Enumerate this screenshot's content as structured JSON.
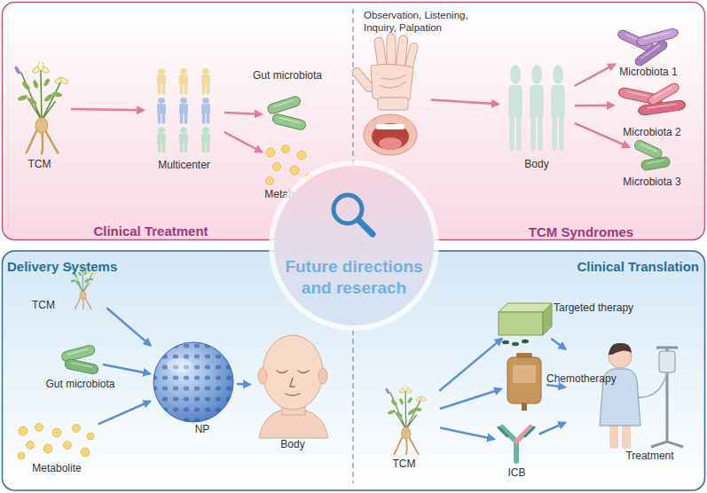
{
  "diagram": {
    "nodes": [
      {
        "text": [
          "Clinical Treatment"
        ]
      },
      {
        "text": [
          "TCM"
        ],
        "in": 0
      },
      {
        "text": [
          "Multicenter"
        ],
        "in": 0
      },
      {
        "text": [
          "Gut microbiota"
        ],
        "in": 0
      },
      {
        "text": [
          "Metabolite"
        ],
        "in": 0
      },
      {
        "text": [
          "TCM Syndromes"
        ]
      },
      {
        "text": [
          "Observation, Listening, Inquiry, Palpation"
        ],
        "in": 5
      },
      {
        "text": [
          "Body"
        ],
        "in": 5
      },
      {
        "text": [
          "Microbiota 1"
        ],
        "in": 5
      },
      {
        "text": [
          "Microbiota 2"
        ],
        "in": 5
      },
      {
        "text": [
          "Microbiota 3"
        ],
        "in": 5
      },
      {
        "text": [
          "Future directions and reserach"
        ]
      },
      {
        "text": [
          "Delivery Systems"
        ]
      },
      {
        "text": [
          "TCM"
        ],
        "in": 12
      },
      {
        "text": [
          "Gut microbiota"
        ],
        "in": 12
      },
      {
        "text": [
          "Metabolite"
        ],
        "in": 12
      },
      {
        "text": [
          "NP"
        ],
        "in": 12
      },
      {
        "text": [
          "Body"
        ],
        "in": 12
      },
      {
        "text": [
          "Clinical Translation"
        ]
      },
      {
        "text": [
          "TCM"
        ],
        "in": 18
      },
      {
        "text": [
          "Targeted therapy"
        ],
        "in": 18
      },
      {
        "text": [
          "Chemotherapy"
        ],
        "in": 18
      },
      {
        "text": [
          "ICB"
        ],
        "in": 18
      },
      {
        "text": [
          "Treatment"
        ],
        "in": 18
      }
    ],
    "edges": [
      {
        "from": 1,
        "to": 2,
        "arrow": "to"
      },
      {
        "from": 2,
        "to": 3,
        "arrow": "to"
      },
      {
        "from": 2,
        "to": 4,
        "arrow": "to"
      },
      {
        "from": 6,
        "to": 7,
        "arrow": "to"
      },
      {
        "from": 7,
        "to": 8,
        "arrow": "to"
      },
      {
        "from": 7,
        "to": 9,
        "arrow": "to"
      },
      {
        "from": 7,
        "to": 10,
        "arrow": "to"
      },
      {
        "from": 13,
        "to": 16,
        "arrow": "to"
      },
      {
        "from": 14,
        "to": 16,
        "arrow": "to"
      },
      {
        "from": 15,
        "to": 16,
        "arrow": "to"
      },
      {
        "from": 16,
        "to": 17,
        "arrow": "to"
      },
      {
        "from": 19,
        "to": 20,
        "arrow": "to"
      },
      {
        "from": 19,
        "to": 21,
        "arrow": "to"
      },
      {
        "from": 19,
        "to": 22,
        "arrow": "to"
      },
      {
        "from": 20,
        "to": 23,
        "arrow": "to"
      },
      {
        "from": 21,
        "to": 23,
        "arrow": "to"
      },
      {
        "from": 22,
        "to": 23,
        "arrow": "to"
      }
    ]
  }
}
